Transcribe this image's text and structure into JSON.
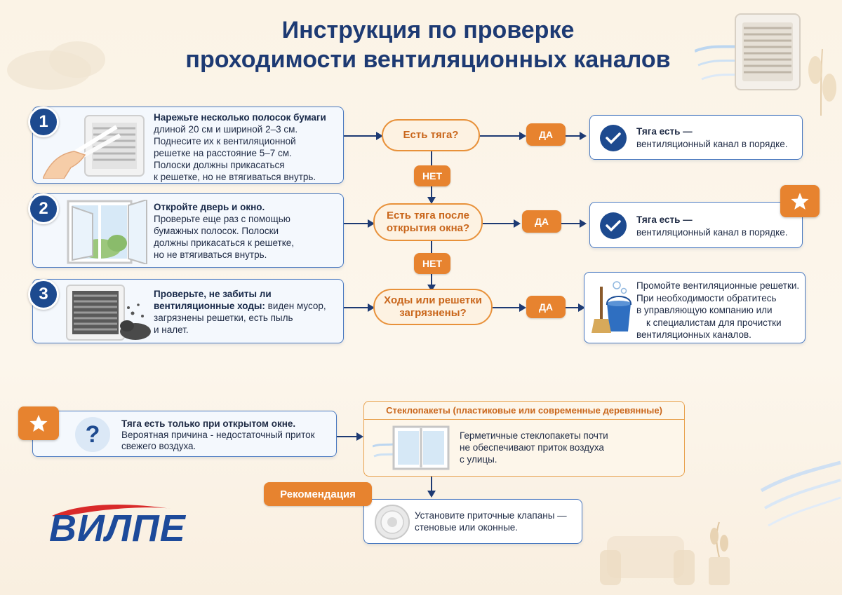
{
  "title": {
    "line1": "Инструкция по проверке",
    "line2": "проходимости вентиляционных каналов"
  },
  "steps": [
    {
      "number": "1",
      "bold": "Нарежьте несколько полосок бумаги",
      "lines": [
        "длиной 20 см и шириной 2–3 см.",
        "Поднесите их к вентиляционной",
        "решетке на расстояние 5–7 см.",
        "Полоски должны прикасаться",
        "к решетке, но не втягиваться внутрь."
      ],
      "icon": "hand-paper-strips-grille-icon"
    },
    {
      "number": "2",
      "bold": "Откройте дверь и окно.",
      "lines": [
        "Проверьте еще раз с помощью",
        "бумажных полосок. Полоски",
        "должны прикасаться к решетке,",
        "но не втягиваться внутрь."
      ],
      "icon": "open-window-icon"
    },
    {
      "number": "3",
      "bold1": "Проверьте, не забиты ли",
      "bold2": "вентиляционные ходы:",
      "rest2": " виден мусор,",
      "lines": [
        "загрязнены решетки, есть пыль",
        "и налет."
      ],
      "icon": "dirty-grille-icon"
    }
  ],
  "questions": {
    "q1": "Есть тяга?",
    "q2a": "Есть тяга после",
    "q2b": "открытия окна?",
    "q3a": "Ходы или решетки",
    "q3b": "загрязнены?"
  },
  "labels": {
    "yes": "ДА",
    "no": "НЕТ"
  },
  "results": {
    "ok_bold": "Тяга есть —",
    "ok_text": "вентиляционный канал в порядке.",
    "clean": [
      "Промойте вентиляционные решетки.",
      "При необходимости обратитесь",
      "в управляющую компанию или",
      "к специалистам для прочистки",
      "вентиляционных каналов."
    ]
  },
  "note": {
    "bold": "Тяга есть только при открытом окне.",
    "lines": [
      "Вероятная причина - недостаточный приток",
      "свежего воздуха."
    ]
  },
  "windows_box": {
    "header": "Стеклопакеты (пластиковые или современные деревянные)",
    "lines": [
      "Герметичные стеклопакеты почти",
      "не обеспечивают приток воздуха",
      "с улицы."
    ]
  },
  "recommendation": {
    "label": "Рекомендация",
    "lines": [
      "Установите приточные клапаны —",
      "стеновые или оконные."
    ]
  },
  "logo": "ВИЛПЕ",
  "colors": {
    "navy": "#1d3a73",
    "orange": "#e7832f",
    "box_border": "#4a79c0",
    "logo_red": "#d92a2a"
  }
}
